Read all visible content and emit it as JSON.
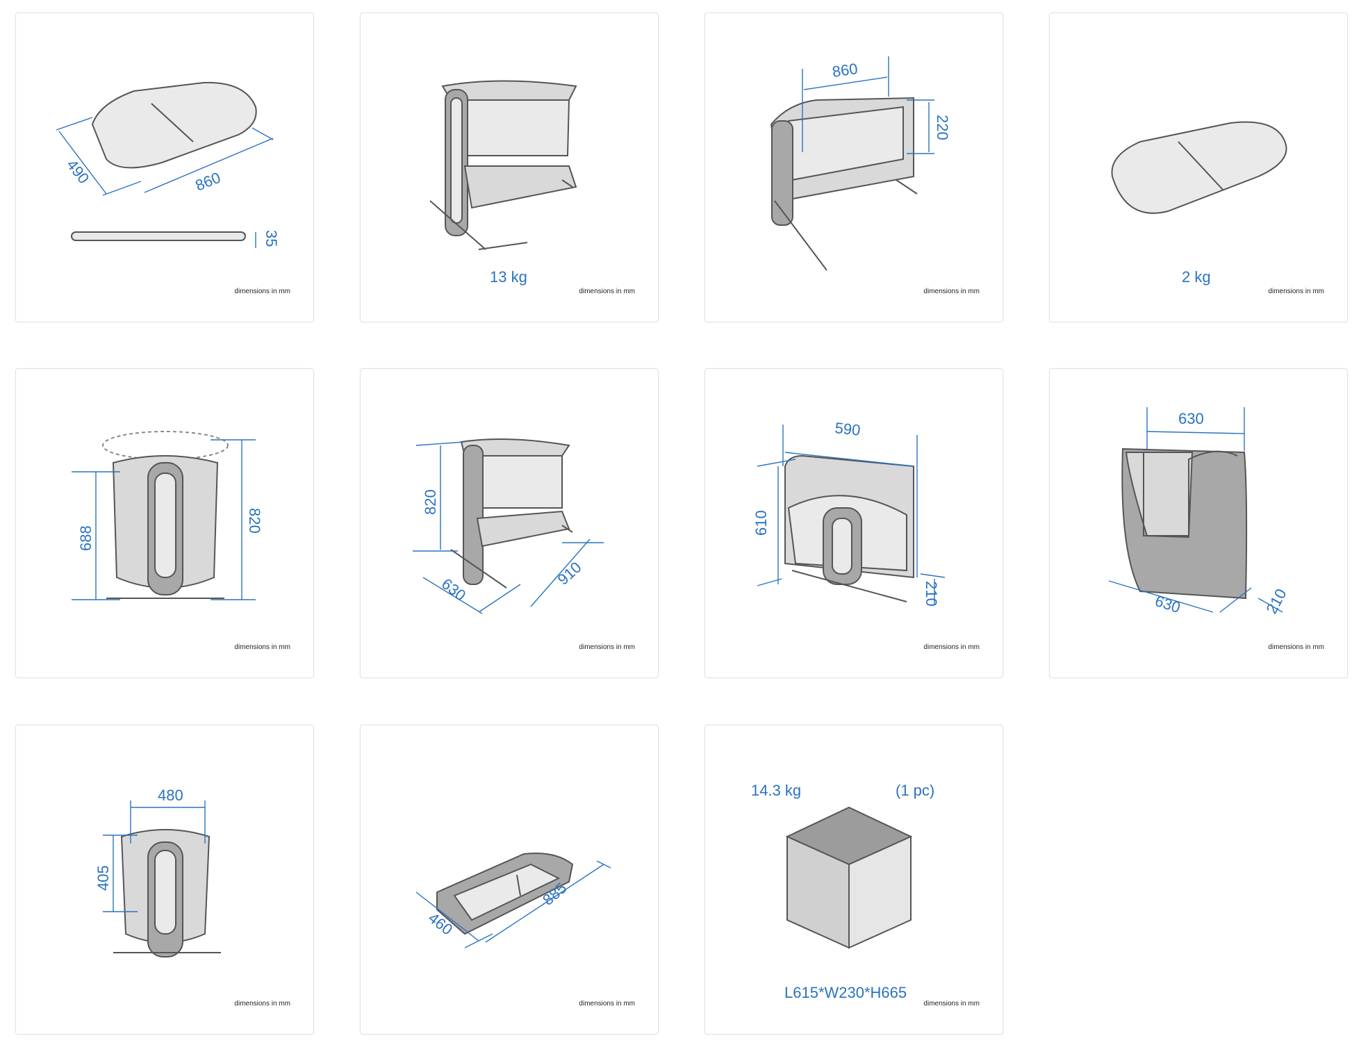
{
  "footer_note": "dimensions in mm",
  "colors": {
    "dimension": "#2a73c0",
    "card_border": "#e2e2e2",
    "product": "#a8a8a8"
  },
  "cards": [
    {
      "dims": [
        "490",
        "860",
        "35"
      ]
    },
    {
      "weight": "13 kg"
    },
    {
      "dims": [
        "860",
        "220"
      ]
    },
    {
      "weight": "2 kg"
    },
    {
      "dims": [
        "688",
        "820"
      ]
    },
    {
      "dims": [
        "820",
        "630",
        "910"
      ]
    },
    {
      "dims": [
        "590",
        "610",
        "210"
      ]
    },
    {
      "dims": [
        "630",
        "630",
        "210"
      ]
    },
    {
      "dims": [
        "480",
        "405"
      ]
    },
    {
      "dims": [
        "460",
        "885"
      ]
    },
    {
      "weight": "14.3 kg",
      "quantity": "(1 pc)",
      "box_size": "L615*W230*H665"
    }
  ]
}
